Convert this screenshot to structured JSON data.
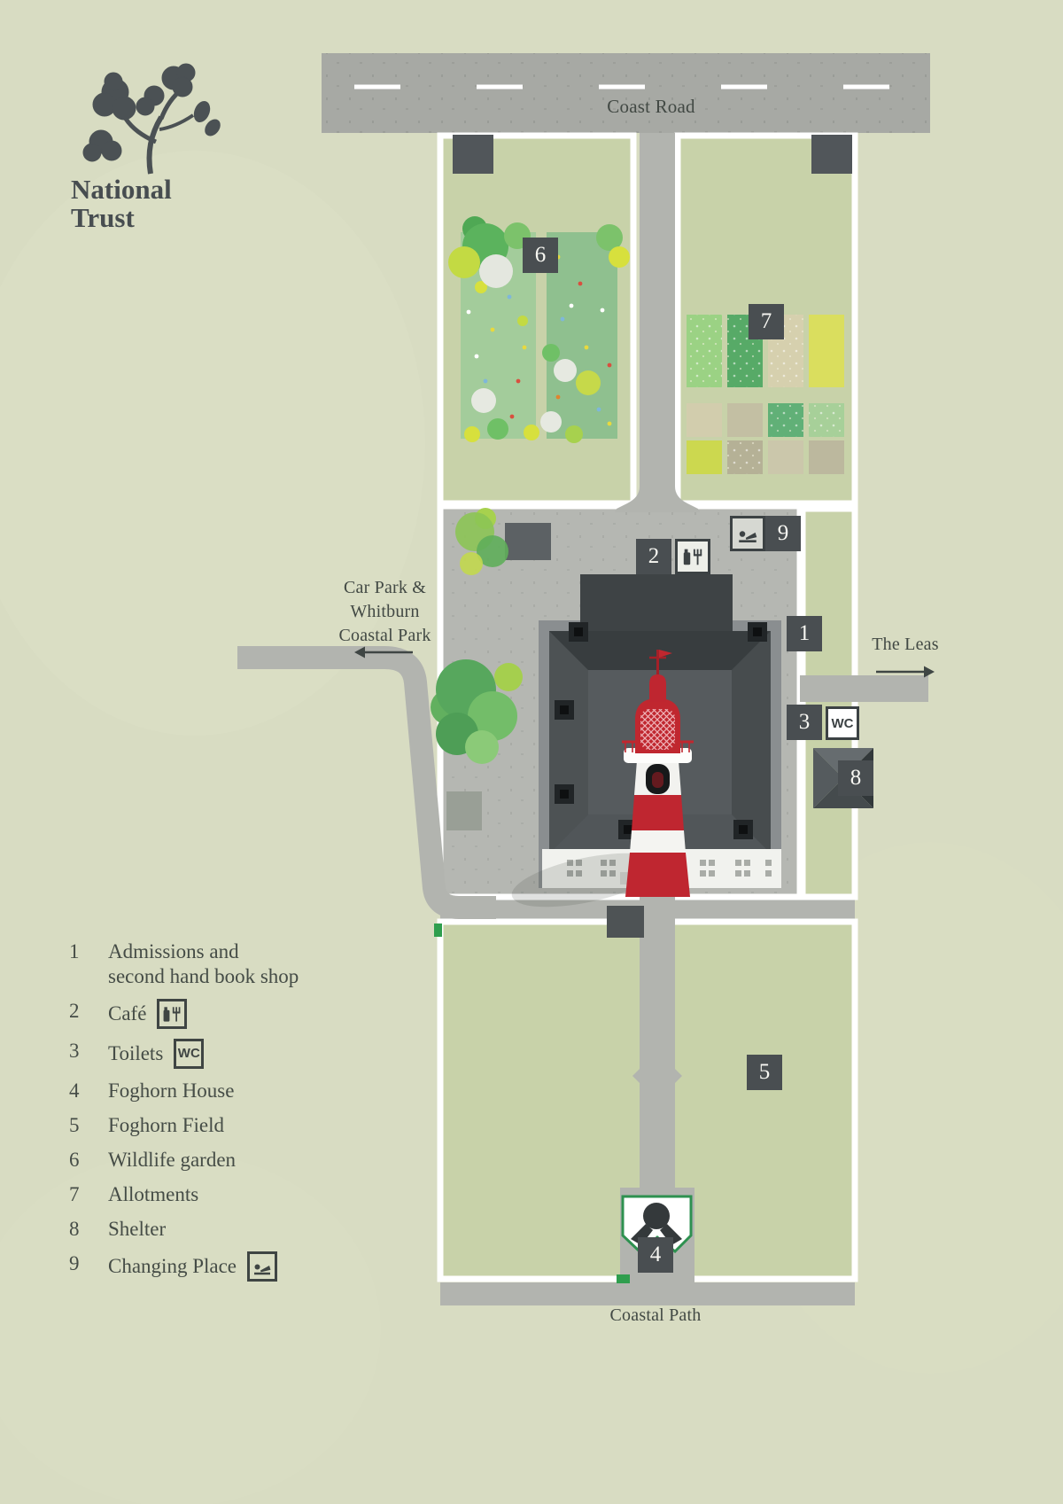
{
  "brand": {
    "name_line1": "National",
    "name_line2": "Trust"
  },
  "map": {
    "road_label": "Coast Road",
    "car_park_label_line1": "Car Park &",
    "car_park_label_line2": "Whitburn",
    "car_park_label_line3": "Coastal Park",
    "leas_label": "The Leas",
    "coastal_path_label": "Coastal Path",
    "wc_label": "WC",
    "markers": [
      "1",
      "2",
      "3",
      "4",
      "5",
      "6",
      "7",
      "8",
      "9"
    ]
  },
  "legend": {
    "items": [
      {
        "num": "1",
        "label": "Admissions and",
        "label2": "second hand book shop"
      },
      {
        "num": "2",
        "label": "Café",
        "icon": "cafe-icon"
      },
      {
        "num": "3",
        "label": "Toilets",
        "icon": "wc-icon"
      },
      {
        "num": "4",
        "label": "Foghorn House"
      },
      {
        "num": "5",
        "label": "Foghorn Field"
      },
      {
        "num": "6",
        "label": "Wildlife garden"
      },
      {
        "num": "7",
        "label": "Allotments"
      },
      {
        "num": "8",
        "label": "Shelter"
      },
      {
        "num": "9",
        "label": "Changing Place",
        "icon": "changing-place-icon"
      }
    ]
  },
  "palette": {
    "background": "#d8dcc2",
    "field_green": "#c8d2a9",
    "road_grey": "#a7a9a4",
    "path_grey": "#b2b4af",
    "building_dark": "#43484b",
    "marker_dark": "#494e51",
    "lighthouse_red": "#bf2630",
    "gate_green": "#2f9e4e",
    "text": "#454c46"
  }
}
